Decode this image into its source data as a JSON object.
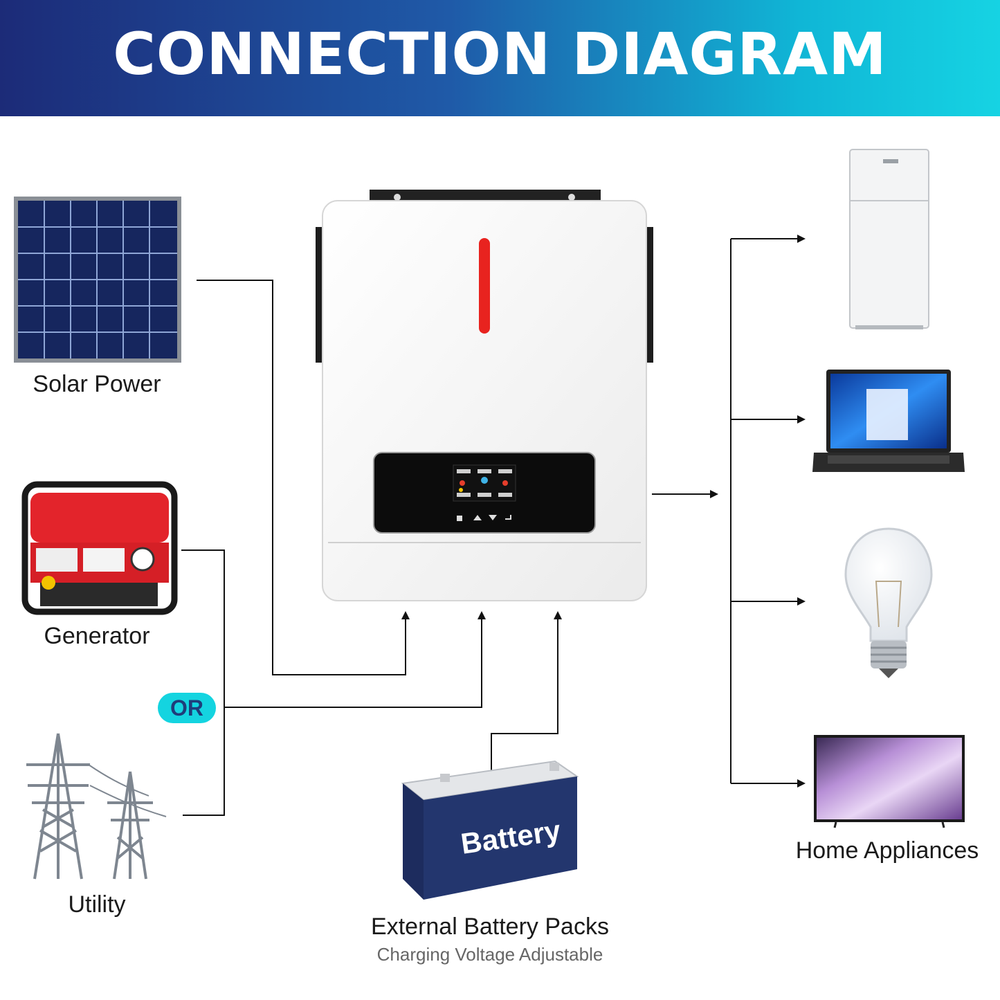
{
  "header": {
    "title": "CONNECTION DIAGRAM"
  },
  "inputs": {
    "solar": "Solar Power",
    "generator": "Generator",
    "or_badge": "OR",
    "utility": "Utility"
  },
  "battery": {
    "label_on_battery": "Battery",
    "title": "External Battery Packs",
    "subtitle": "Charging Voltage Adjustable"
  },
  "outputs": {
    "title": "Home Appliances"
  },
  "colors": {
    "banner_start": "#1c2b78",
    "banner_end": "#16d3e3",
    "or_badge": "#14d4e0",
    "inverter_accent": "#e8231f",
    "battery_body": "#23366e"
  }
}
